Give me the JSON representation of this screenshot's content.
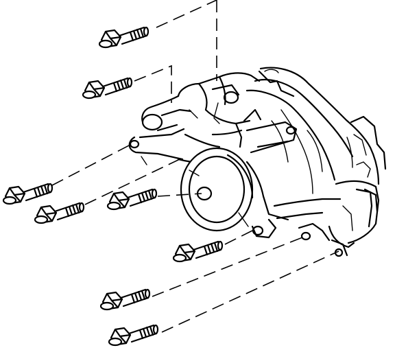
{
  "figure": {
    "subject": "water-pump-assembly",
    "ink_color": "#000000",
    "background_color": "#ffffff"
  },
  "bolts": [
    {
      "name": "bolt-1"
    },
    {
      "name": "bolt-2"
    },
    {
      "name": "bolt-3"
    },
    {
      "name": "bolt-4"
    },
    {
      "name": "bolt-5"
    },
    {
      "name": "bolt-6"
    },
    {
      "name": "bolt-7"
    },
    {
      "name": "bolt-8"
    }
  ]
}
